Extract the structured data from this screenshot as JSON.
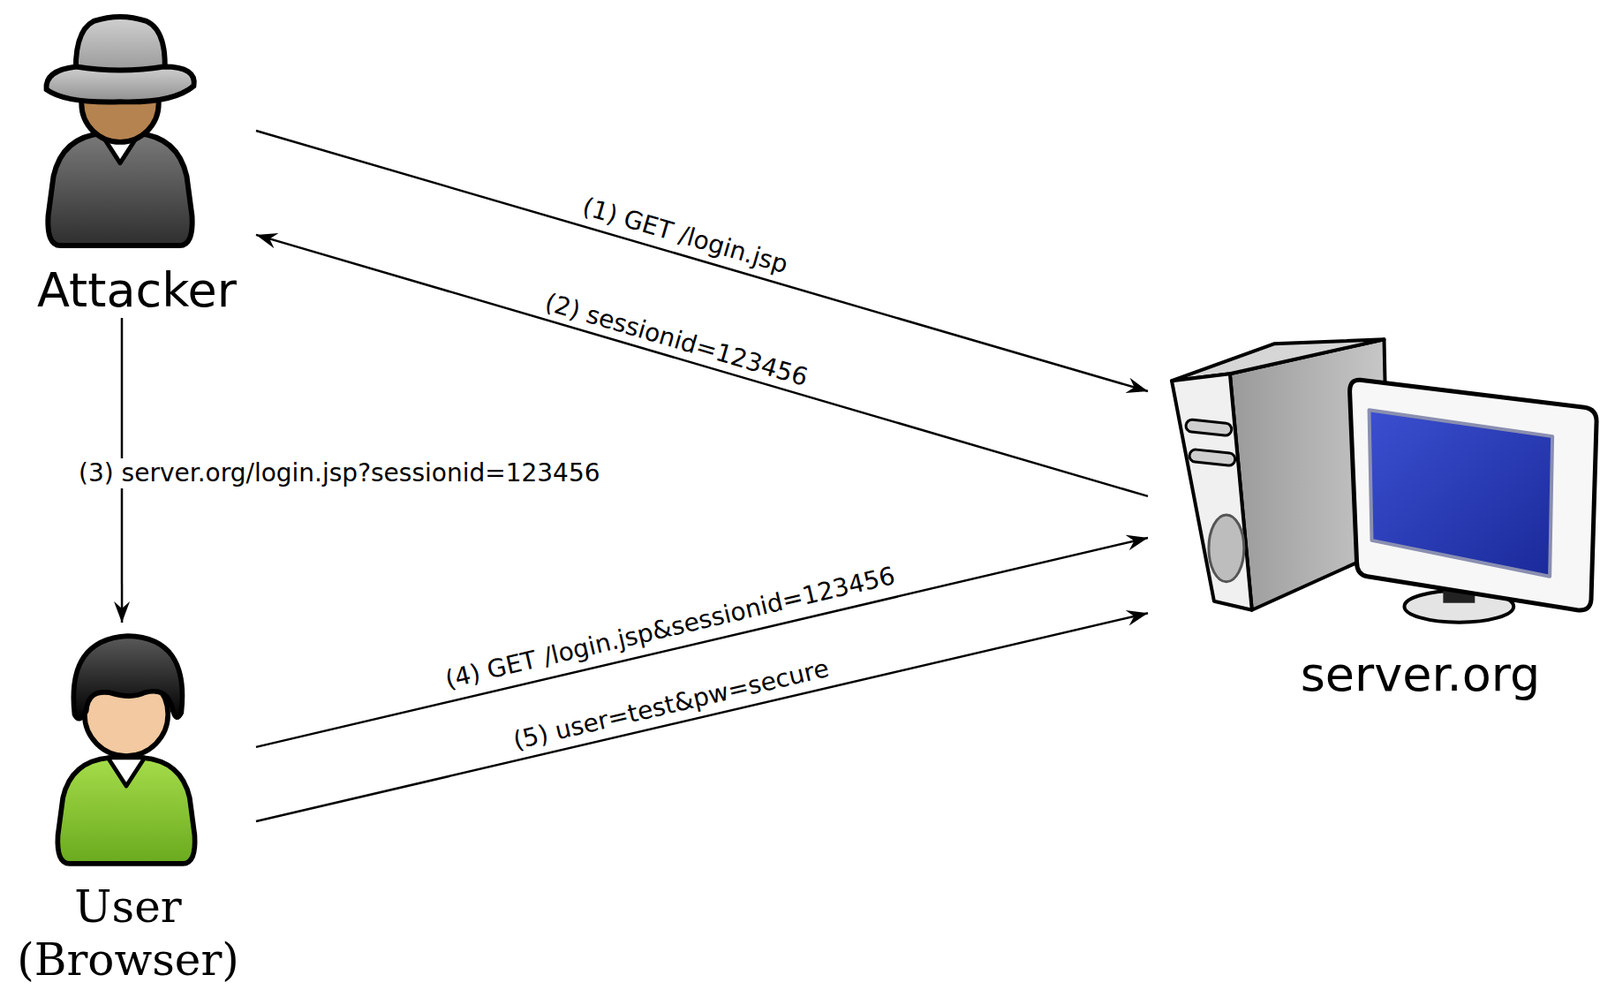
{
  "diagram": {
    "nodes": [
      {
        "text": [
          "Attacker"
        ]
      },
      {
        "text": [
          "User (Browser)"
        ]
      },
      {
        "text": [
          "server.org"
        ]
      }
    ],
    "edges": [
      {
        "from": 0,
        "to": 2,
        "arrow": "to",
        "label": "(1) GET /login.jsp"
      },
      {
        "from": 2,
        "to": 0,
        "arrow": "to",
        "label": "(2) sessionid=123456"
      },
      {
        "from": 0,
        "to": 1,
        "arrow": "to",
        "label": "(3) server.org/login.jsp?sessionid=123456"
      },
      {
        "from": 1,
        "to": 2,
        "arrow": "to",
        "label": "(4) GET /login.jsp&sessionid=123456"
      },
      {
        "from": 1,
        "to": 2,
        "arrow": "to",
        "label": "(5) user=test&pw=secure"
      }
    ]
  }
}
